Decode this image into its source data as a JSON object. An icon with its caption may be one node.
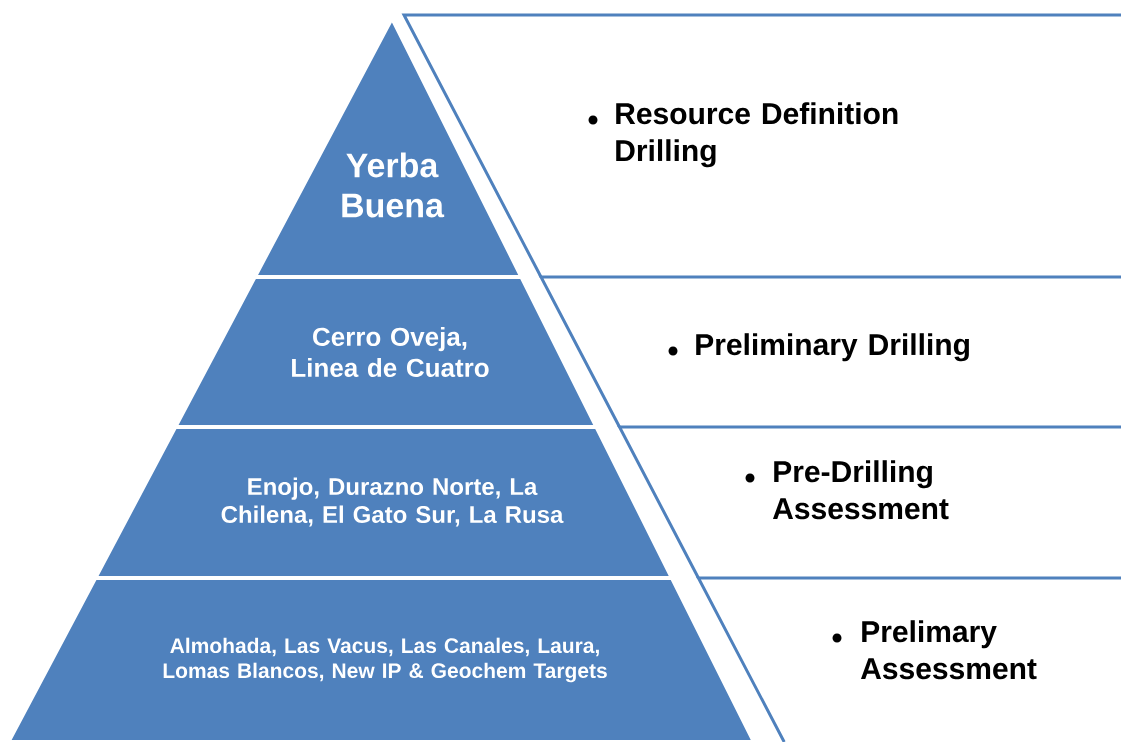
{
  "diagram": {
    "nodes": [
      {
        "text": [
          "Yerba Buena"
        ]
      },
      {
        "text": [
          "Resource Definition Drilling"
        ]
      },
      {
        "text": [
          "Cerro Oveja, Linea de Cuatro"
        ]
      },
      {
        "text": [
          "Preliminary Drilling"
        ]
      },
      {
        "text": [
          "Enojo, Durazno Norte, La Chilena, El Gato Sur, La Rusa"
        ]
      },
      {
        "text": [
          "Pre-Drilling Assessment"
        ]
      },
      {
        "text": [
          "Almohada, Las Vacus, Las Canales, Laura, Lomas Blancos, New IP & Geochem Targets"
        ]
      },
      {
        "text": [
          "Prelimary Assessment"
        ]
      }
    ]
  }
}
